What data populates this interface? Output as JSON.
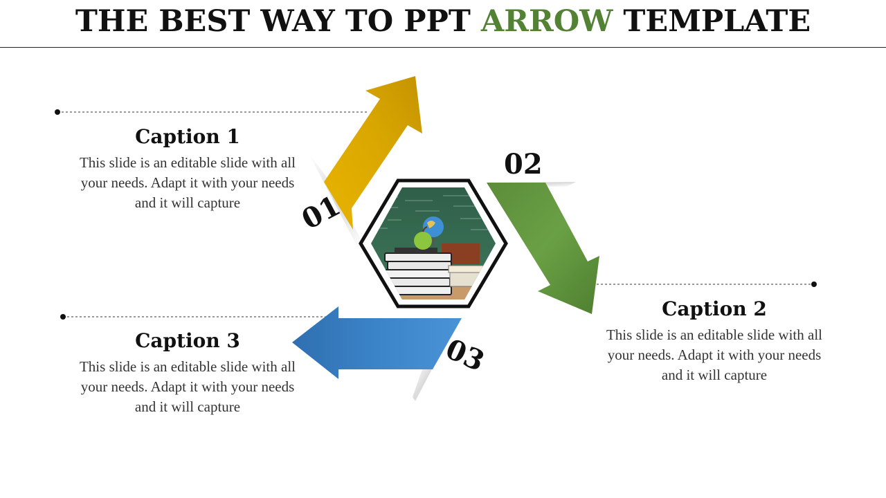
{
  "title": {
    "part1": "THE BEST WAY TO PPT ",
    "accent": "ARROW",
    "part2": " TEMPLATE"
  },
  "colors": {
    "accent_green": "#548235",
    "arrow_gold": "#dba800",
    "arrow_green": "#5f9140",
    "arrow_blue": "#3a82c6"
  },
  "steps": [
    {
      "number": "01",
      "color": "arrow_gold"
    },
    {
      "number": "02",
      "color": "arrow_green"
    },
    {
      "number": "03",
      "color": "arrow_blue"
    }
  ],
  "captions": [
    {
      "title": "Caption 1",
      "text": "This slide is an editable slide with all your needs. Adapt it with your needs and it will capture"
    },
    {
      "title": "Caption 2",
      "text": "This slide is an editable slide with all your needs. Adapt it with your needs and it will capture"
    },
    {
      "title": "Caption 3",
      "text": "This slide is an editable slide with all your needs. Adapt it with your needs and it will capture"
    }
  ],
  "center_image": "books-globe-apple-chalkboard-photo"
}
